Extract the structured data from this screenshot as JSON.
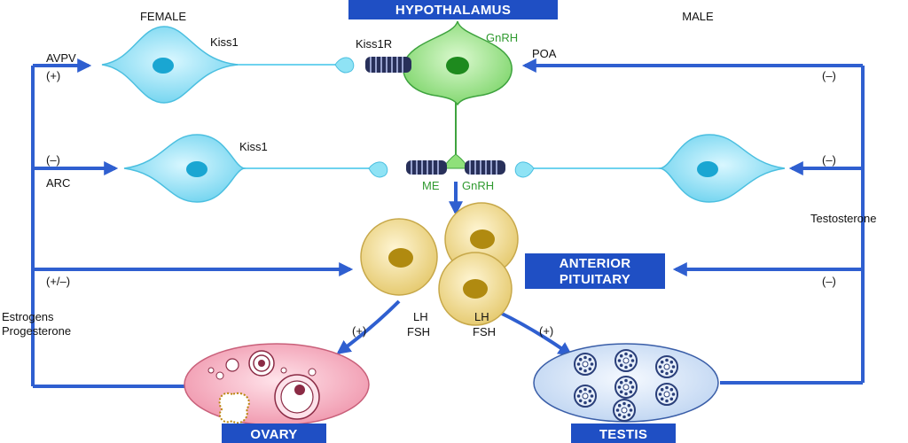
{
  "banners": {
    "hypothalamus": "HYPOTHALAMUS",
    "anterior_pituitary_line1": "ANTERIOR",
    "anterior_pituitary_line2": "PITUITARY",
    "ovary": "OVARY",
    "testis": "TESTIS"
  },
  "headers": {
    "female": "FEMALE",
    "male": "MALE"
  },
  "neurons": {
    "kiss1_avpv": "Kiss1",
    "kiss1_arc": "Kiss1",
    "kiss1r": "Kiss1R",
    "gnrh_top": "GnRH",
    "gnrh_me": "GnRH",
    "me": "ME"
  },
  "regions": {
    "avpv": "AVPV",
    "arc": "ARC",
    "poa": "POA"
  },
  "hormones": {
    "estrogens": "Estrogens",
    "progesterone": "Progesterone",
    "testosterone": "Testosterone",
    "lh_left": "LH",
    "fsh_left": "FSH",
    "lh_right": "LH",
    "fsh_right": "FSH"
  },
  "signs": {
    "avpv": "(+)",
    "arc": "(–)",
    "pituitary_female": "(+/–)",
    "ovary_stim": "(+)",
    "testis_stim": "(+)",
    "poa_male": "(–)",
    "arc_male": "(–)",
    "pituitary_male": "(–)"
  },
  "colors": {
    "arrow_blue": "#2f5fd0",
    "banner_blue": "#1f4fc4",
    "kiss_neuron": "#8fe3f5",
    "gnrh_neuron": "#8fe07a",
    "pituitary_cell": "#efd98a",
    "ovary": "#f4a6b8",
    "testis": "#cfe0f5"
  }
}
